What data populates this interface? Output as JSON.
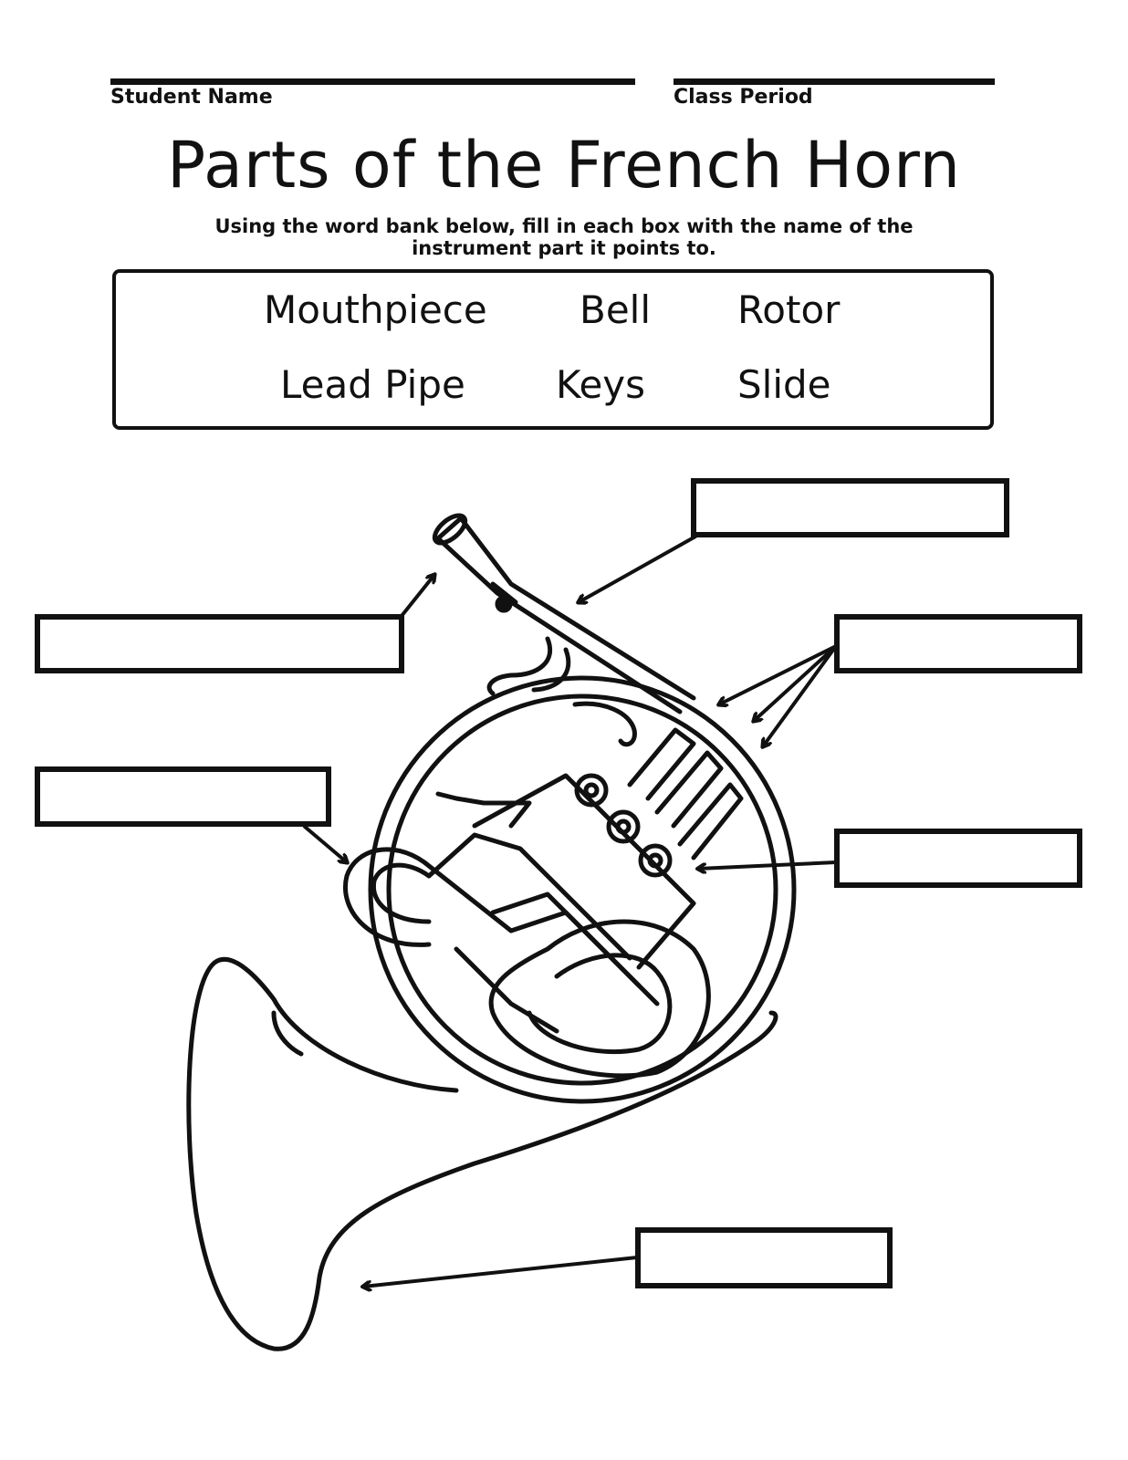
{
  "header": {
    "student_label": "Student Name",
    "period_label": "Class Period"
  },
  "title": "Parts of the French Horn",
  "instructions": "Using the word bank below, fill in each box with the name of the instrument part it points to.",
  "word_bank": {
    "words": [
      "Mouthpiece",
      "Bell",
      "Rotor",
      "Lead Pipe",
      "Keys",
      "Slide"
    ]
  },
  "answer_boxes": [
    {
      "value": ""
    },
    {
      "value": ""
    },
    {
      "value": ""
    },
    {
      "value": ""
    },
    {
      "value": ""
    },
    {
      "value": ""
    }
  ],
  "illustration": {
    "icon": "french-horn-line-drawing",
    "stroke_color": "#111111"
  }
}
